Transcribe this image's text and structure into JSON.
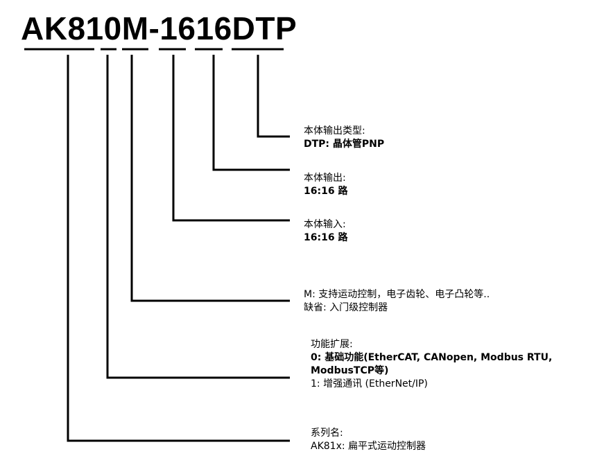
{
  "model_code": "AK810M-1616DTP",
  "fields": [
    {
      "lines": [
        "本体输出类型:",
        "DTP: 晶体管PNP"
      ]
    },
    {
      "lines": [
        "本体输出:",
        "16:16 路"
      ]
    },
    {
      "lines": [
        "本体输入:",
        "16:16 路"
      ]
    },
    {
      "lines": [
        "M: 支持运动控制，电子齿轮、电子凸轮等..",
        "缺省: 入门级控制器"
      ]
    },
    {
      "lines": [
        "功能扩展:",
        "0: 基础功能(EtherCAT, CANopen, Modbus RTU,",
        "ModbusTCP等)",
        "1: 增强通讯 (EtherNet/IP)"
      ]
    },
    {
      "lines": [
        "系列名:",
        "AK81x: 扁平式运动控制器"
      ]
    }
  ]
}
